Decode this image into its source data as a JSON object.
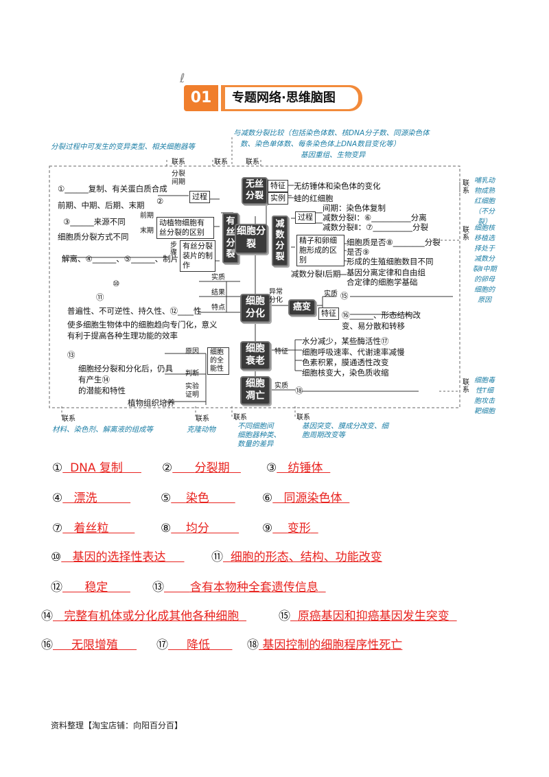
{
  "header": {
    "num": "01",
    "title": "专题网络·思维脑图"
  },
  "map": {
    "nodes": {
      "wusi": "无丝分裂",
      "yousi": "有丝分裂",
      "jianshu": "减数分裂",
      "xibao_fenlie": "细胞分裂",
      "xibao_fenhua": "细胞分化",
      "aibian": "癌变",
      "shuailao": "细胞衰老",
      "diaowang": "细胞凋亡"
    },
    "labels": {
      "lianxi": "联系",
      "tezheng": "特征",
      "shili": "实例",
      "wusi_feature": "无纺锤体和染色体的变化",
      "wusi_example": "蛙的红细胞",
      "guocheng": "过程",
      "fenlie_qiqi": "分裂间期",
      "l1": "①______复制、有关蛋白质合成",
      "l2": "前期、中期、后期、末期",
      "l2b": "②",
      "qianqi": "前期",
      "moqi": "末期",
      "l3": "③______来源不同",
      "l4": "细胞质分裂方式不同",
      "dongzhi": "动植物细胞有丝分裂的区别",
      "l5": "解离、④______、⑤______、制片",
      "buzhou": "步骤",
      "zhuangpian": "有丝分裂装片的制作",
      "jq_guocheng": "过程",
      "jianqi": "间期：染色体复制",
      "js1": "减数分裂Ⅰ：⑥__________分离",
      "js2": "减数分裂Ⅱ：⑦__________分裂",
      "jingluan": "精子和卵细胞形成的区别",
      "xbz": "细胞质是否⑧________分裂",
      "shifou": "是否⑨",
      "xingcheng": "形成的生殖细胞数目不同",
      "houqi": "减数分裂Ⅰ后期",
      "jichu1": "基因分离定律和自由组",
      "jichu2": "合定律的细胞学基础",
      "shizhi": "实质",
      "jieguo": "结果",
      "tedian": "特点",
      "l10": "⑩",
      "l11": "⑪",
      "l12": "普遍性、不可逆性、持久性、⑫____性",
      "yiyi1": "使多细胞生物体中的细胞趋向专门化，意义",
      "yiyi2": "有利于提高各种生理功能的效率",
      "yichang": "异常分化",
      "ai_shizhi": "实质",
      "l15": "⑮",
      "ai_tezheng": "特征",
      "l16": "⑯______、形态结构改",
      "l16b": "变、易分散和转移",
      "l13": "⑬",
      "yuanyin": "原因",
      "quannengxing": "细胞的全能性",
      "panduan": "判断",
      "pd1": "细胞经分裂和分化后，仍具",
      "pd2": "有产生⑭",
      "pd3": "的潜能和特性",
      "shiyan": "实验证明",
      "zuzhi": "植物组织培养",
      "sl_tezheng": "特征",
      "sl1": "水分减少，某些酶活性⑰",
      "sl2": "细胞呼吸速率、代谢速率减慢",
      "sl3": "色素积累，膜通透性改变",
      "sl4": "细胞核变大，染色质收缩",
      "dw_shizhi": "实质",
      "l18": "⑱"
    },
    "notes": {
      "top_left": "分裂过程中可发生的变异类型、相关细胞器等",
      "top_right1": "与减数分裂比较（包括染色体数、核DNA分子数、同源染色体",
      "top_right2": "数、染色单体数、每条染色体上DNA数目变化等）",
      "top_mid": "基因重组、生物变异",
      "right1": "哺乳动物成熟红细胞（不分裂）",
      "right2": "细胞核移植选择处于减数分裂Ⅱ中期的卵母细胞的原因",
      "right3": "细胞毒性T细胞攻击靶细胞",
      "bot1": "材料、染色剂、解离液的组成等",
      "bot2": "克隆动物",
      "bot3a": "不同细胞间",
      "bot3b": "细胞器种类、",
      "bot3c": "数量的差异",
      "bot4a": "基因突变、膜成分改变、细",
      "bot4b": "胞周期改变等"
    }
  },
  "answers": [
    {
      "k": "①",
      "v": "DNA 复制"
    },
    {
      "k": "②",
      "v": "分裂期"
    },
    {
      "k": "③",
      "v": "纺锤体"
    },
    {
      "k": "④",
      "v": "漂洗"
    },
    {
      "k": "⑤",
      "v": "染色"
    },
    {
      "k": "⑥",
      "v": "同源染色体"
    },
    {
      "k": "⑦",
      "v": "着丝粒"
    },
    {
      "k": "⑧",
      "v": "均分"
    },
    {
      "k": "⑨",
      "v": "变形"
    },
    {
      "k": "⑩",
      "v": "基因的选择性表达"
    },
    {
      "k": "⑪",
      "v": "细胞的形态、结构、功能改变"
    },
    {
      "k": "⑫",
      "v": "稳定"
    },
    {
      "k": "⑬",
      "v": "含有本物种全套遗传信息"
    },
    {
      "k": "⑭",
      "v": "完整有机体或分化成其他各种细胞"
    },
    {
      "k": "⑮",
      "v": "原癌基因和抑癌基因发生突变"
    },
    {
      "k": "⑯",
      "v": "无限增殖"
    },
    {
      "k": "⑰",
      "v": "降低"
    },
    {
      "k": "⑱",
      "v": "基因控制的细胞程序性死亡"
    }
  ],
  "footer": "资料整理【淘宝店铺：向阳百分百】"
}
